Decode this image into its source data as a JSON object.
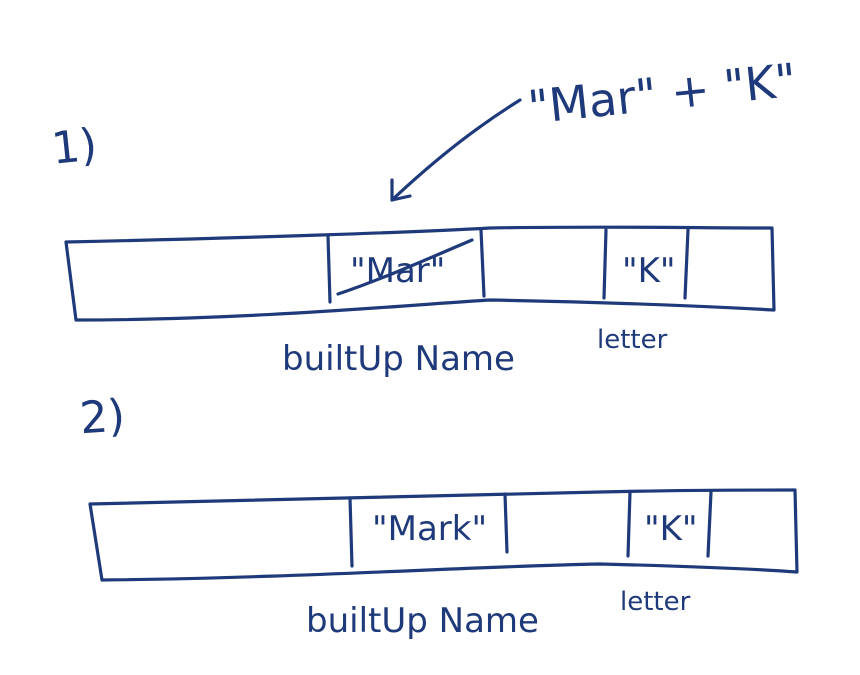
{
  "diagram": {
    "ink_color": "#1f3a7a",
    "background": "#ffffff",
    "steps": [
      {
        "marker": "1)",
        "annotation": "\"Mar\" + \"K\"",
        "built_value": "\"Mar\"",
        "built_value_struck": true,
        "letter_value": "\"K\"",
        "built_label": "builtUp Name",
        "letter_label": "letter"
      },
      {
        "marker": "2)",
        "built_value": "\"Mark\"",
        "letter_value": "\"K\"",
        "built_label": "builtUp Name",
        "letter_label": "letter"
      }
    ]
  }
}
